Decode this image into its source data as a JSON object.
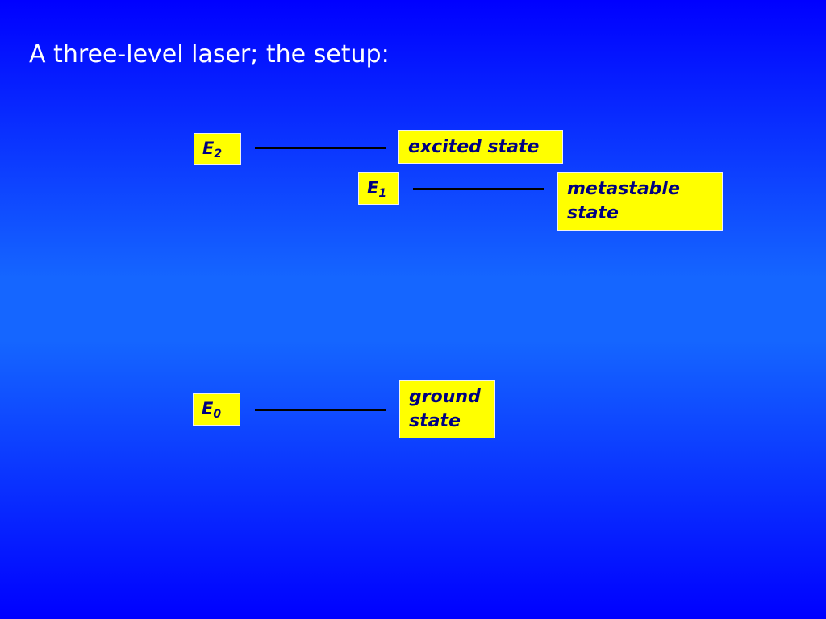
{
  "slide": {
    "title": "A three-level laser; the setup:"
  },
  "levels": [
    {
      "symbol": "E",
      "subscript": "2",
      "state_label": "excited state"
    },
    {
      "symbol": "E",
      "subscript": "1",
      "state_label": "metastable state"
    },
    {
      "symbol": "E",
      "subscript": "0",
      "state_label": "ground state"
    }
  ],
  "colors": {
    "background_edge": "#0000ff",
    "background_center": "#1566ff",
    "label_box": "#ffff00",
    "label_text": "#000080",
    "title_text": "#ffffff",
    "level_line": "#000000"
  }
}
